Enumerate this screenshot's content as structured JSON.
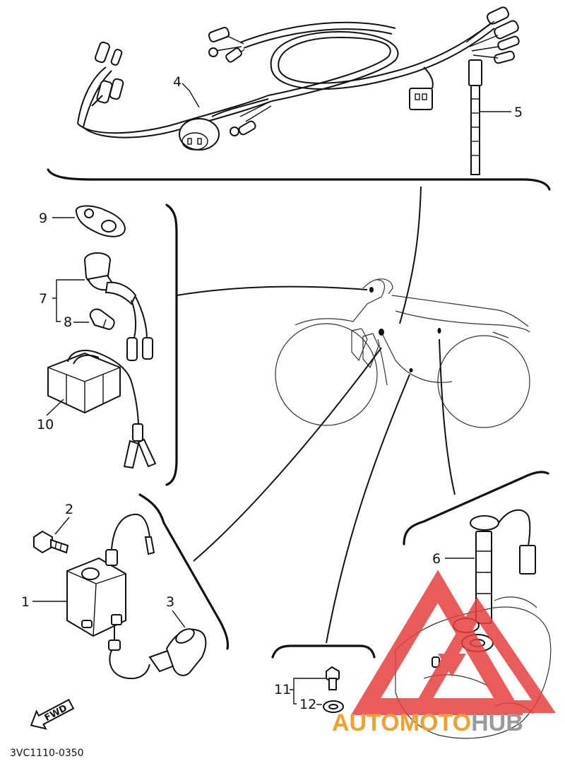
{
  "diagram": {
    "callouts": {
      "p1": "1",
      "p2": "2",
      "p3": "3",
      "p4": "4",
      "p5": "5",
      "p6": "6",
      "p7": "7",
      "p8": "8",
      "p9": "9",
      "p10": "10",
      "p11": "11",
      "p12": "12"
    },
    "direction_label": "FWD",
    "figure_code": "3VC1110-0350"
  },
  "watermark": {
    "text_part1": "AUTO",
    "text_part2": "MOTO",
    "text_part3": "HUB",
    "colors": {
      "red": "#e64040",
      "orange": "#f0a030",
      "gray": "#9a9a9a"
    }
  },
  "icons": [
    "wire-harness-icon",
    "cable-tie-icon",
    "ignition-coil-icon",
    "spark-plug-cap-icon",
    "fuel-sender-icon",
    "bulb-icon",
    "rectifier-icon"
  ]
}
